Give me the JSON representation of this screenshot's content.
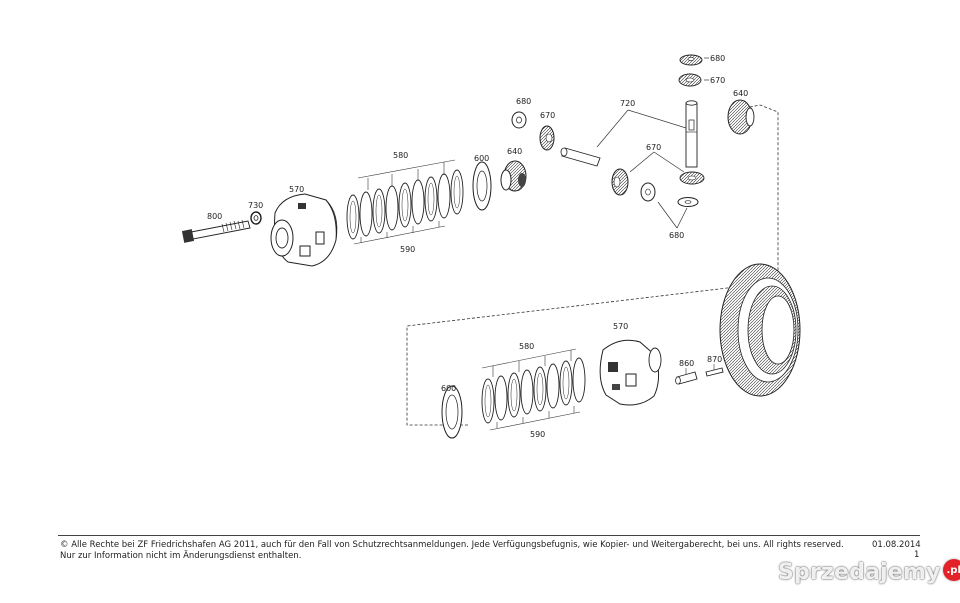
{
  "diagram": {
    "labels": {
      "p800": "800",
      "p730": "730",
      "p570_top": "570",
      "p580_top": "580",
      "p590_top": "590",
      "p600_top": "600",
      "p640_mid": "640",
      "p680_mid": "680",
      "p670_mid": "670",
      "p720": "720",
      "p680_t1": "680",
      "p670_t1": "670",
      "p640_right": "640",
      "p670_r2": "670",
      "p680_low": "680",
      "p600_bot": "600",
      "p580_bot": "580",
      "p590_bot": "590",
      "p570_bot": "570",
      "p860": "860",
      "p870": "870"
    }
  },
  "footer": {
    "copyright_line1": "© Alle Rechte bei ZF Friedrichshafen AG 2011, auch für den Fall von Schutzrechtsanmeldungen. Jede Verfügungsbefugnis, wie Kopier- und Weitergaberecht, bei uns. All rights reserved.",
    "copyright_line2": "Nur zur Information nicht im Änderungsdienst enthalten.",
    "date": "01.08.2014",
    "page": "1"
  },
  "watermark": {
    "text": "Sprzedajemy",
    "badge": ".pl"
  }
}
